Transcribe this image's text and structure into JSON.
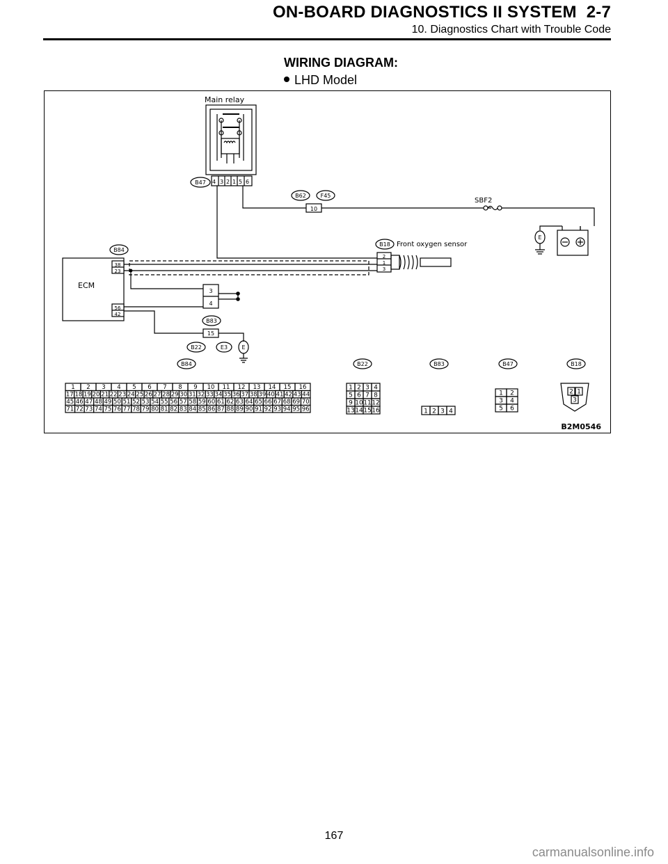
{
  "header": {
    "title": "ON-BOARD DIAGNOSTICS II SYSTEM",
    "section": "2-7",
    "subtitle": "10. Diagnostics Chart with Trouble Code"
  },
  "content": {
    "heading": "WIRING DIAGRAM:",
    "model": "LHD Model"
  },
  "diagram": {
    "figure_id": "B2M0546",
    "labels": {
      "main_relay": "Main relay",
      "ecm": "ECM",
      "front_o2": "Front oxygen sensor",
      "sbf2": "SBF2",
      "b47": "B47",
      "b62": "B62",
      "f45": "F45",
      "b18": "B18",
      "b84": "B84",
      "b83": "B83",
      "b22": "B22",
      "e3": "E3",
      "e": "E"
    },
    "pins": {
      "relay": [
        "4",
        "3",
        "2",
        "1",
        "5",
        "6"
      ],
      "b62": "10",
      "o2": [
        "2",
        "1",
        "3"
      ],
      "ecm_top": [
        "38",
        "23"
      ],
      "ecm_bot": [
        "56",
        "42"
      ],
      "joint": [
        "3",
        "4"
      ],
      "b83": "15"
    },
    "connector_b84": [
      [
        "1",
        "2",
        "3",
        "4",
        "5",
        "6",
        "7",
        "8",
        "9",
        "10",
        "11",
        "12",
        "13",
        "14",
        "15",
        "16"
      ],
      [
        "17",
        "18",
        "19",
        "20",
        "21",
        "22",
        "23",
        "24",
        "25",
        "26",
        "27",
        "28",
        "29",
        "30",
        "31",
        "32",
        "33",
        "34",
        "35",
        "36",
        "37",
        "38",
        "39",
        "40",
        "41",
        "42",
        "43",
        "44"
      ],
      [
        "45",
        "46",
        "47",
        "48",
        "49",
        "50",
        "51",
        "52",
        "53",
        "54",
        "55",
        "56",
        "57",
        "58",
        "59",
        "60",
        "61",
        "62",
        "63",
        "64",
        "65",
        "66",
        "67",
        "68",
        "69",
        "70"
      ],
      [
        "71",
        "72",
        "73",
        "74",
        "75",
        "76",
        "77",
        "78",
        "79",
        "80",
        "81",
        "82",
        "83",
        "84",
        "85",
        "86",
        "87",
        "88",
        "89",
        "90",
        "91",
        "92",
        "93",
        "94",
        "95",
        "96"
      ]
    ],
    "connector_b22": [
      [
        "1",
        "2",
        "3",
        "4"
      ],
      [
        "5",
        "6",
        "7",
        "8"
      ],
      [
        "9",
        "10",
        "11",
        "12"
      ],
      [
        "13",
        "14",
        "15",
        "16"
      ]
    ],
    "connector_b83": [
      "1",
      "2",
      "3",
      "4"
    ],
    "connector_b47": [
      [
        "1",
        "2"
      ],
      [
        "3",
        "4"
      ],
      [
        "5",
        "6"
      ]
    ],
    "connector_b18": [
      "2",
      "1",
      "3"
    ]
  },
  "footer": {
    "page_number": "167",
    "watermark": "carmanualsonline.info"
  }
}
